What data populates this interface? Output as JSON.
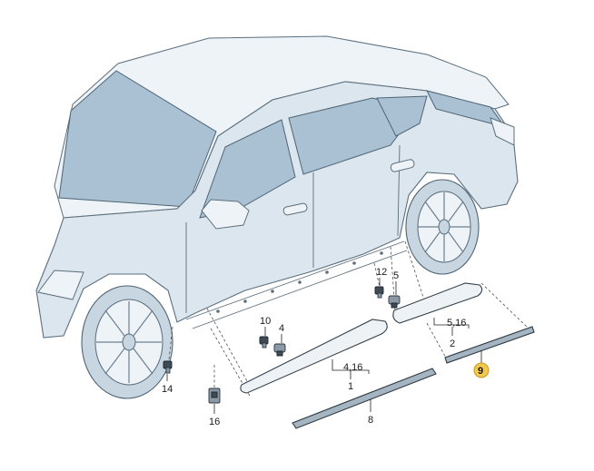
{
  "diagram": {
    "callouts": [
      {
        "id": "c12",
        "text": "12"
      },
      {
        "id": "c5",
        "text": "5"
      },
      {
        "id": "c516",
        "text": "5,16"
      },
      {
        "id": "c2",
        "text": "2"
      },
      {
        "id": "c10",
        "text": "10"
      },
      {
        "id": "c4",
        "text": "4"
      },
      {
        "id": "c416",
        "text": "4,16"
      },
      {
        "id": "c1",
        "text": "1"
      },
      {
        "id": "c9",
        "text": "9"
      },
      {
        "id": "c14",
        "text": "14"
      },
      {
        "id": "c16",
        "text": "16"
      },
      {
        "id": "c8",
        "text": "8"
      }
    ],
    "highlight_color": "#f2c94c",
    "highlighted_part": "9"
  }
}
